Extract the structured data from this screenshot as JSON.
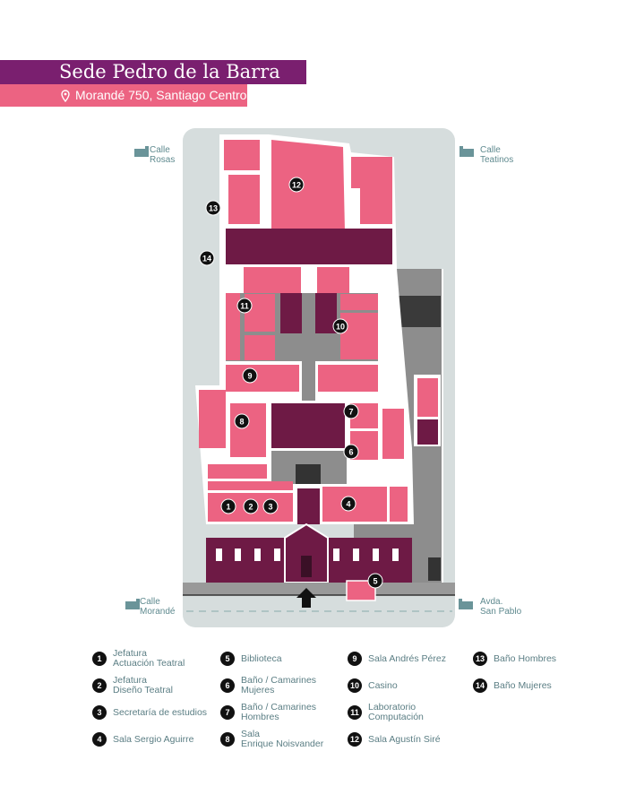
{
  "header": {
    "title": "Sede Pedro de la Barra",
    "address": "Morandé 750, Santiago Centro",
    "icon": "location-pin-icon"
  },
  "streets": {
    "rosas": "Calle\nRosas",
    "teatinos": "Calle\nTeatinos",
    "morande": "Calle\nMorandé",
    "san_pablo": "Avda.\nSan Pablo"
  },
  "colors": {
    "room": "#ec6382",
    "dark": "#6e1a45",
    "corridor": "#8d8d8d",
    "ground": "#d6dddd",
    "title_bg": "#7a1f6f"
  },
  "legend": [
    {
      "n": "1",
      "label": "Jefatura\nActuación Teatral"
    },
    {
      "n": "2",
      "label": "Jefatura\nDiseño Teatral"
    },
    {
      "n": "3",
      "label": "Secretaría de estudios"
    },
    {
      "n": "4",
      "label": "Sala Sergio Aguirre"
    },
    {
      "n": "5",
      "label": "Biblioteca"
    },
    {
      "n": "6",
      "label": "Baño / Camarines\nMujeres"
    },
    {
      "n": "7",
      "label": "Baño / Camarines\nHombres"
    },
    {
      "n": "8",
      "label": "Sala\nEnrique Noisvander"
    },
    {
      "n": "9",
      "label": "Sala Andrés Pérez"
    },
    {
      "n": "10",
      "label": "Casino"
    },
    {
      "n": "11",
      "label": "Laboratorio\nComputación"
    },
    {
      "n": "12",
      "label": "Sala Agustín Siré"
    },
    {
      "n": "13",
      "label": "Baño Hombres"
    },
    {
      "n": "14",
      "label": "Baño Mujeres"
    }
  ]
}
